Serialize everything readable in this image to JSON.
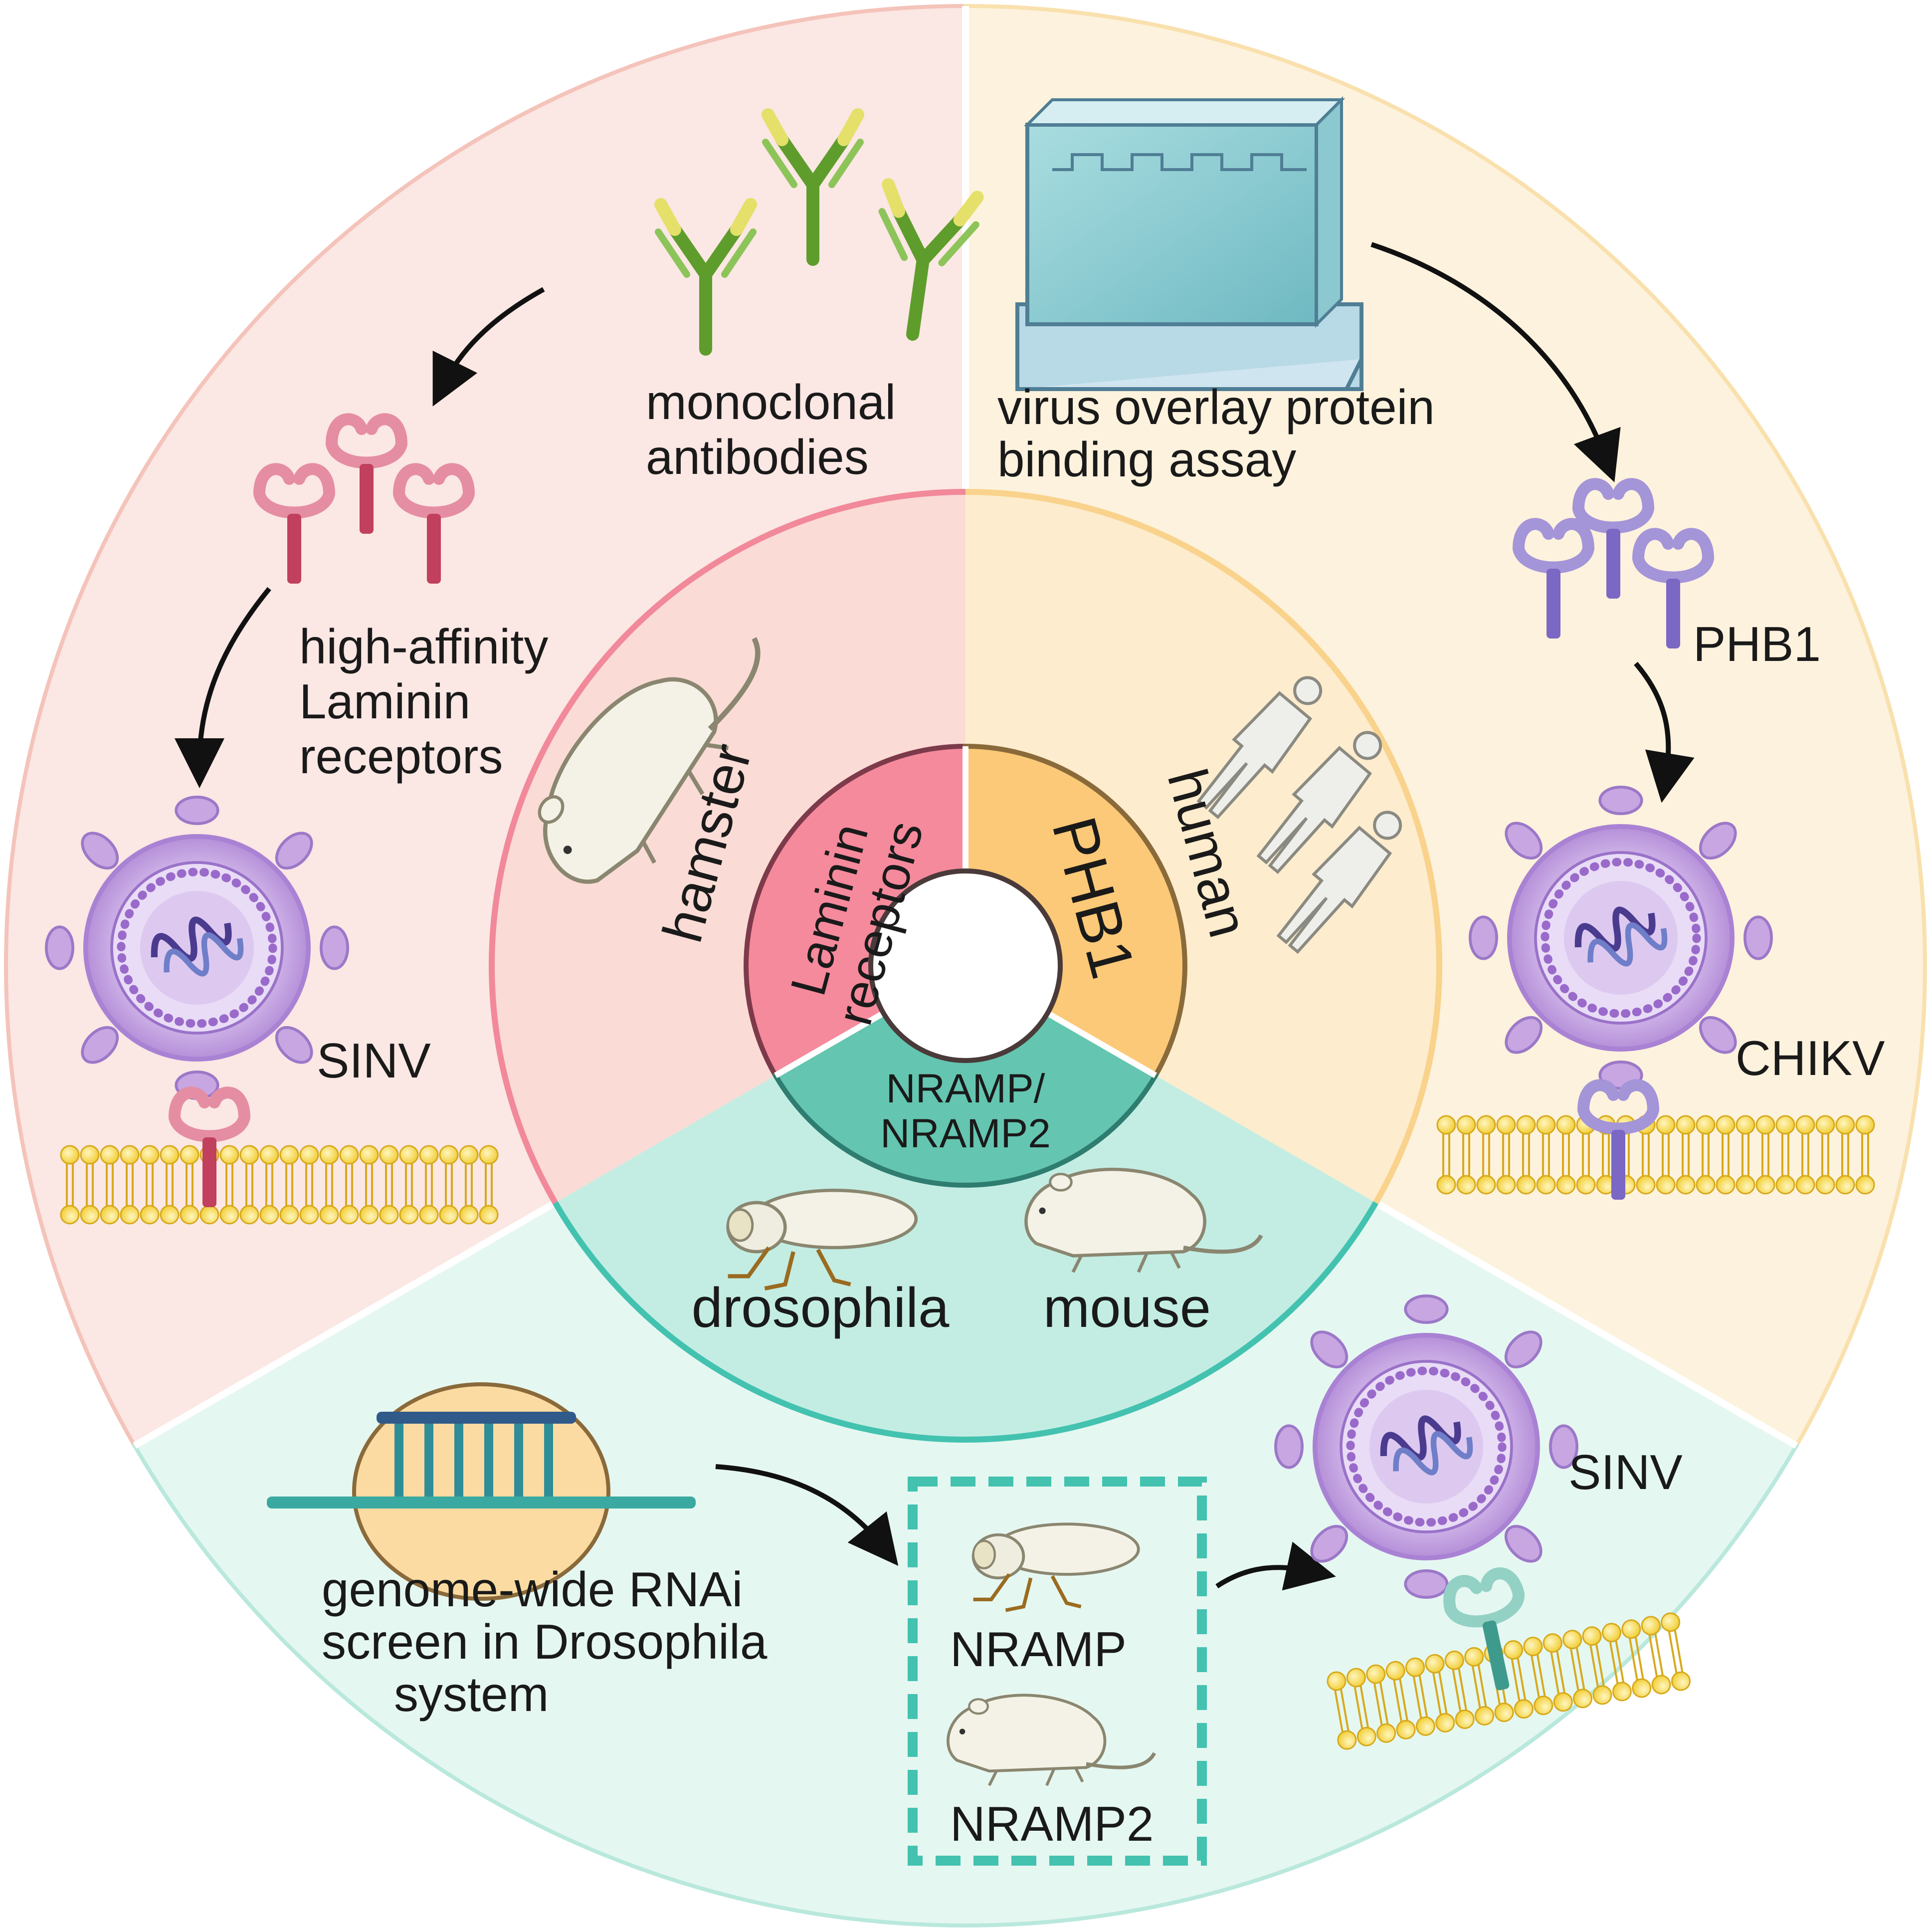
{
  "center": {
    "laminin_receptors": [
      "Laminin",
      "receptors"
    ],
    "phb1": "PHB1",
    "nramp": [
      "NRAMP/",
      "NRAMP2"
    ]
  },
  "middle_ring": {
    "hamster": "hamster",
    "human": "human",
    "drosophila": "drosophila",
    "mouse": "mouse"
  },
  "pink_sector": {
    "antibodies": [
      "monoclonal",
      "antibodies"
    ],
    "receptors": [
      "high-affinity",
      "Laminin",
      "receptors"
    ],
    "virus": "SINV"
  },
  "yellow_sector": {
    "assay": [
      "virus overlay protein",
      "binding assay"
    ],
    "receptor": "PHB1",
    "virus": "CHIKV"
  },
  "teal_sector": {
    "screen": [
      "genome-wide RNAi",
      "screen in Drosophila",
      "system"
    ],
    "nramp": "NRAMP",
    "nramp2": "NRAMP2",
    "virus": "SINV"
  },
  "colors": {
    "pink_outer": "#fbe7e3",
    "pink_mid": "#fadbd5",
    "pink_inner": "#f58a9c",
    "pink_ring": "#f1899a",
    "yellow_outer": "#fdf2dd",
    "yellow_mid": "#fdeccd",
    "yellow_inner": "#fbc977",
    "yellow_ring": "#f9d28c",
    "teal_outer": "#e5f7f1",
    "teal_mid": "#c3ede3",
    "teal_inner": "#64c5b0",
    "teal_ring": "#43c2b0",
    "virus": "#cbb0e4",
    "membrane": "#f7dc58"
  }
}
